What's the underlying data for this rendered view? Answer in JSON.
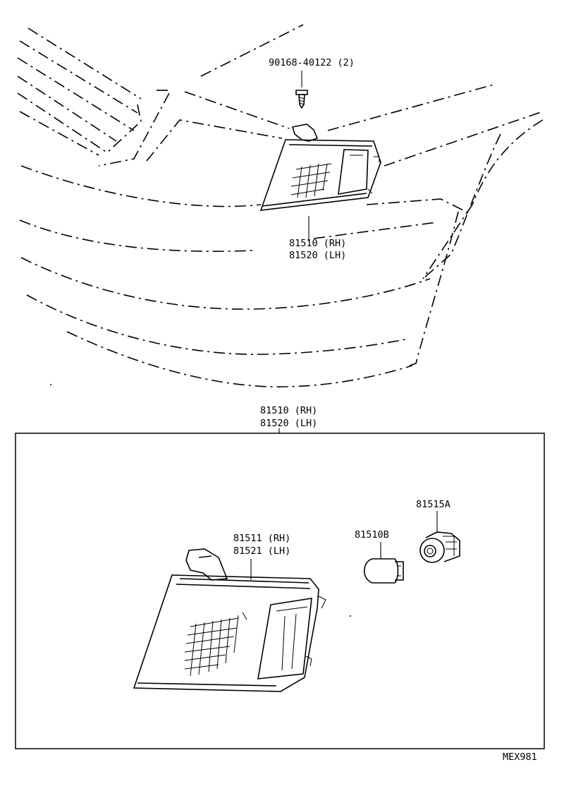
{
  "callouts": {
    "screw": "90168-40122 (2)",
    "lamp_assy_top_rh": "81510 (RH)",
    "lamp_assy_top_lh": "81520 (LH)",
    "lamp_assy_box_rh": "81510 (RH)",
    "lamp_assy_box_lh": "81520 (LH)",
    "lens_rh": "81511 (RH)",
    "lens_lh": "81521 (LH)",
    "bulb": "81510B",
    "socket": "81515A"
  },
  "figure_code": "MEX981"
}
